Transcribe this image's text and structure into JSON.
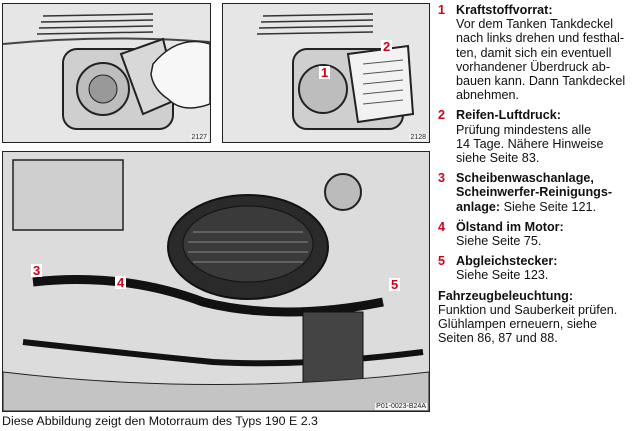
{
  "colors": {
    "accent": "#d0021b",
    "ink": "#111111"
  },
  "figures": {
    "top_left": {
      "number": "2127"
    },
    "top_right": {
      "number": "2128",
      "callouts": [
        "1",
        "2"
      ]
    },
    "engine": {
      "code": "P01-0023-B24A",
      "callouts": [
        "3",
        "4",
        "5"
      ]
    }
  },
  "items": [
    {
      "num": "1",
      "title": "Kraftstoffvorrat:",
      "lines": [
        "Vor dem Tanken Tankdeckel",
        "nach links drehen und festhal-",
        "ten, damit sich ein eventuell",
        "vorhandener Überdruck ab-",
        "bauen kann. Dann Tankdeckel",
        "abnehmen."
      ]
    },
    {
      "num": "2",
      "title": "Reifen-Luftdruck:",
      "lines": [
        "Prüfung mindestens alle",
        "14 Tage. Nähere Hinweise",
        "siehe Seite 83."
      ]
    },
    {
      "num": "3",
      "title_lines": [
        "Scheibenwaschanlage,",
        "Scheinwerfer-Reinigungs-"
      ],
      "title_tail": "anlage:",
      "inline_text": " Siehe Seite 121."
    },
    {
      "num": "4",
      "title": "Ölstand im Motor:",
      "lines": [
        "Siehe Seite 75."
      ]
    },
    {
      "num": "5",
      "title": "Abgleichstecker:",
      "lines": [
        "Siehe Seite 123."
      ]
    }
  ],
  "lighting": {
    "title": "Fahrzeugbeleuchtung:",
    "lines": [
      "Funktion und Sauberkeit prüfen.",
      "Glühlampen erneuern, siehe",
      "Seiten 86, 87 und 88."
    ]
  },
  "caption": "Diese Abbildung zeigt den Motorraum des Typs 190 E 2.3"
}
